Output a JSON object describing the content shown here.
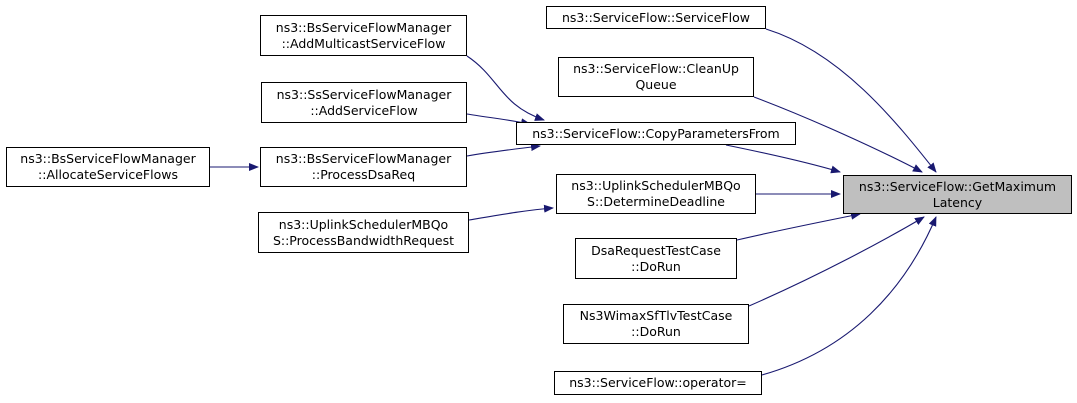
{
  "colors": {
    "edge": "#191970",
    "focus_fill": "#bfbfbf",
    "node_fill": "#ffffff",
    "border": "#000000"
  },
  "nodes": {
    "focus": {
      "line1": "ns3::ServiceFlow::GetMaximum",
      "line2": "Latency"
    },
    "service_flow_ctor": {
      "line1": "ns3::ServiceFlow::ServiceFlow"
    },
    "clean_up_queue": {
      "line1": "ns3::ServiceFlow::CleanUp",
      "line2": "Queue"
    },
    "copy_parameters_from": {
      "line1": "ns3::ServiceFlow::CopyParametersFrom"
    },
    "determine_deadline": {
      "line1": "ns3::UplinkSchedulerMBQo",
      "line2": "S::DetermineDeadline"
    },
    "dsa_request_test": {
      "line1": "DsaRequestTestCase",
      "line2": "::DoRun"
    },
    "wimax_sf_tlv_test": {
      "line1": "Ns3WimaxSfTlvTestCase",
      "line2": "::DoRun"
    },
    "operator_assign": {
      "line1": "ns3::ServiceFlow::operator="
    },
    "add_multicast_service_flow": {
      "line1": "ns3::BsServiceFlowManager",
      "line2": "::AddMulticastServiceFlow"
    },
    "add_service_flow": {
      "line1": "ns3::SsServiceFlowManager",
      "line2": "::AddServiceFlow"
    },
    "process_dsa_req": {
      "line1": "ns3::BsServiceFlowManager",
      "line2": "::ProcessDsaReq"
    },
    "process_bandwidth_request": {
      "line1": "ns3::UplinkSchedulerMBQo",
      "line2": "S::ProcessBandwidthRequest"
    },
    "allocate_service_flows": {
      "line1": "ns3::BsServiceFlowManager",
      "line2": "::AllocateServiceFlows"
    }
  },
  "edges": [
    {
      "from": "service_flow_ctor",
      "to": "focus"
    },
    {
      "from": "clean_up_queue",
      "to": "focus"
    },
    {
      "from": "copy_parameters_from",
      "to": "focus"
    },
    {
      "from": "determine_deadline",
      "to": "focus"
    },
    {
      "from": "dsa_request_test",
      "to": "focus"
    },
    {
      "from": "wimax_sf_tlv_test",
      "to": "focus"
    },
    {
      "from": "operator_assign",
      "to": "focus"
    },
    {
      "from": "add_multicast_service_flow",
      "to": "copy_parameters_from"
    },
    {
      "from": "add_service_flow",
      "to": "copy_parameters_from"
    },
    {
      "from": "process_dsa_req",
      "to": "copy_parameters_from"
    },
    {
      "from": "process_bandwidth_request",
      "to": "determine_deadline"
    },
    {
      "from": "allocate_service_flows",
      "to": "process_dsa_req"
    }
  ]
}
